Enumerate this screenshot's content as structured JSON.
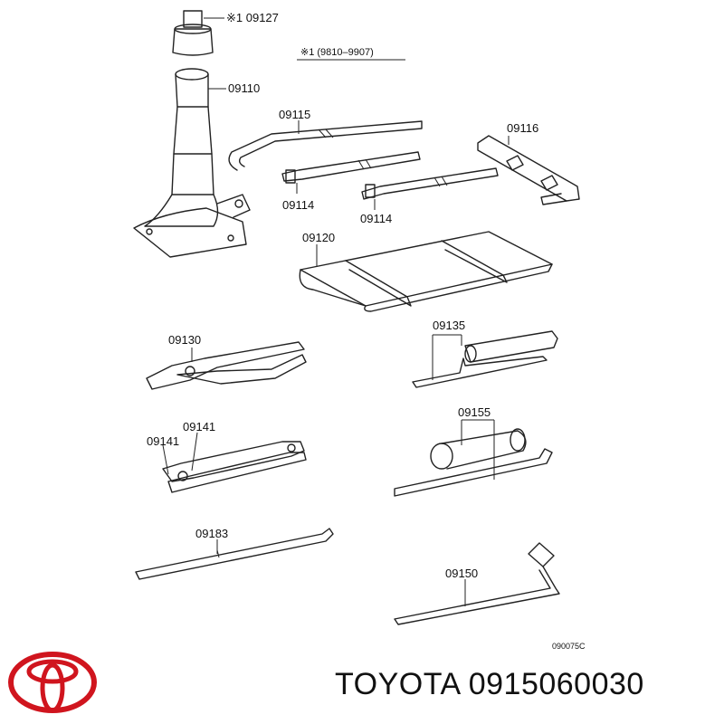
{
  "diagram": {
    "note": "※1 (9810–9907)",
    "drawing_code": "090075C",
    "parts": [
      {
        "id": "jack-cap",
        "label": "※1 09127"
      },
      {
        "id": "jack",
        "label": "09110"
      },
      {
        "id": "jack-handle",
        "label": "09115"
      },
      {
        "id": "handle-bar",
        "label": "09116"
      },
      {
        "id": "extension-bar-1",
        "label": "09114"
      },
      {
        "id": "extension-bar-2",
        "label": "09114"
      },
      {
        "id": "tool-bag",
        "label": "09120"
      },
      {
        "id": "pliers",
        "label": "09130"
      },
      {
        "id": "screwdriver",
        "label": "09135"
      },
      {
        "id": "wrench-1",
        "label": "09141"
      },
      {
        "id": "wrench-2",
        "label": "09141"
      },
      {
        "id": "plug-wrench",
        "label": "09155"
      },
      {
        "id": "tire-lever",
        "label": "09183"
      },
      {
        "id": "lug-wrench",
        "label": "09150"
      }
    ]
  },
  "brand": {
    "text": "TOYOTA 0915060030",
    "logo_color": "#d0151e"
  }
}
